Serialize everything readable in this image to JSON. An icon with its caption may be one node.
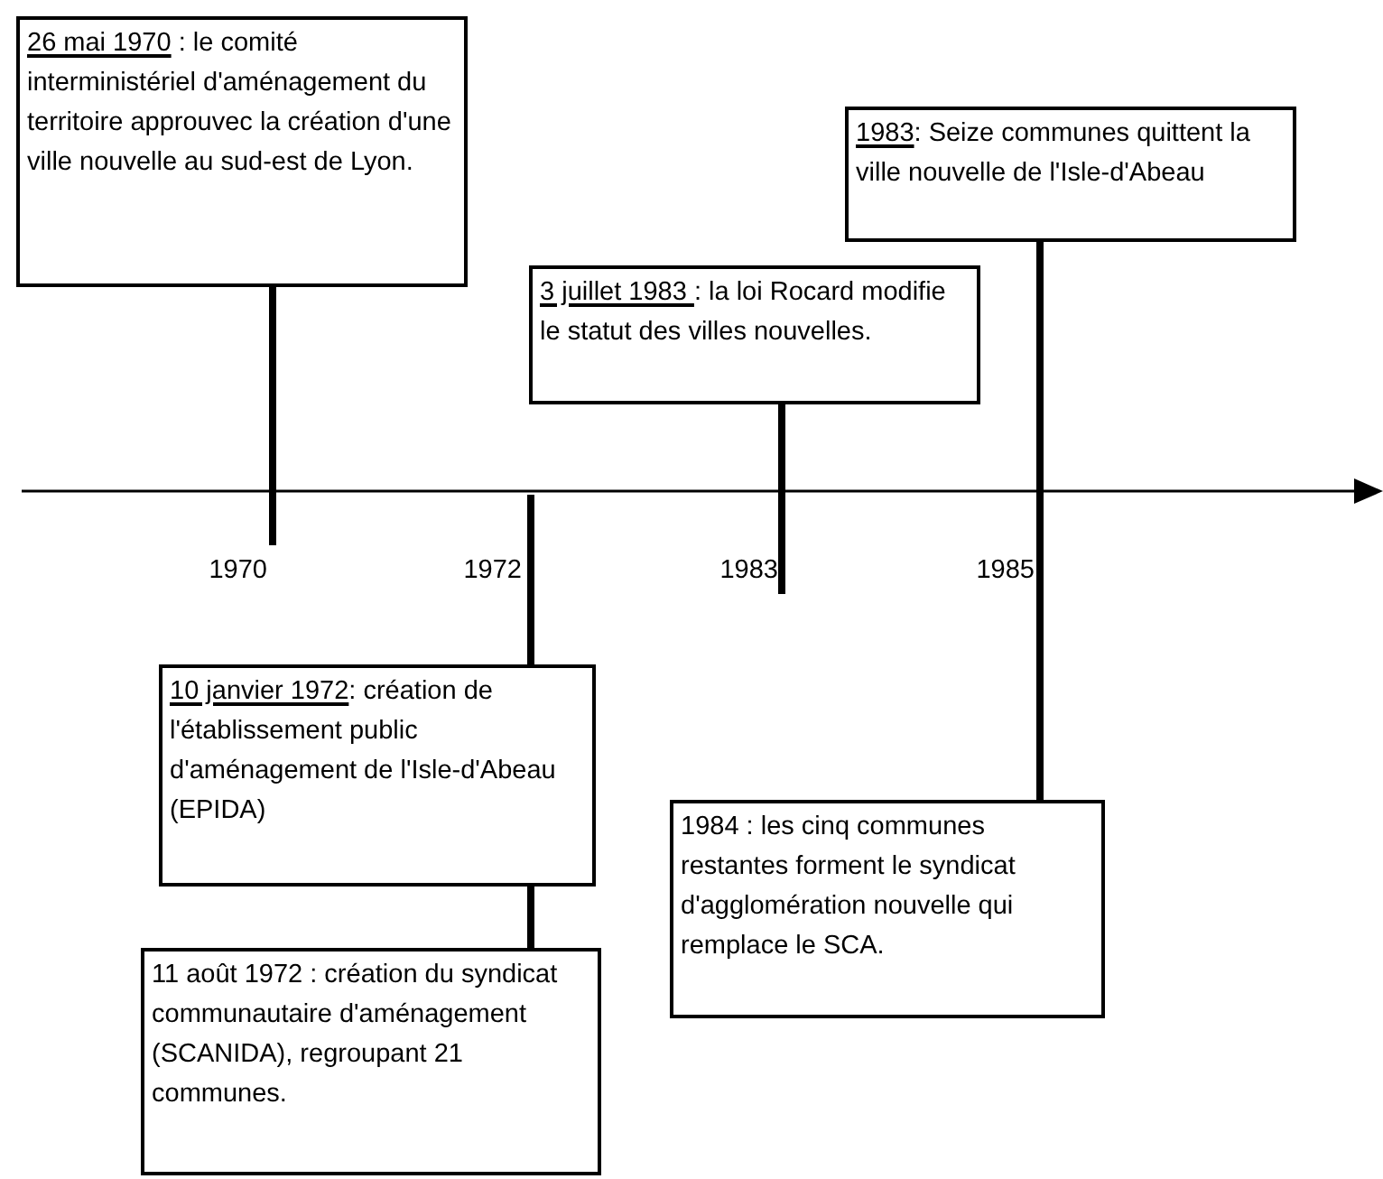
{
  "diagram": {
    "nodes": [
      {
        "text": [
          "26 mai 1970",
          "  : le comité interministériel d'aménagement du territoire approuvec la création d'une ville nouvelle au sud-est de Lyon."
        ]
      },
      {
        "text": [
          "1983",
          ":  Seize communes quittent la ville nouvelle de l'Isle-d'Abeau"
        ]
      },
      {
        "text": [
          "3 juillet 1983 ",
          ": la loi Rocard modifie le statut des villes nouvelles."
        ]
      },
      {
        "text": [
          "10 janvier 1972",
          ": création de l'établissement public d'aménagement de l'Isle-d'Abeau (EPIDA)"
        ]
      },
      {
        "text": [
          "1984 : les cinq communes restantes forment le syndicat d'agglomération nouvelle qui remplace le SCA."
        ]
      },
      {
        "text": [
          "11 août 1972 : création du syndicat communautaire d'aménagement (SCANIDA), regroupant 21 communes."
        ]
      }
    ],
    "edges": [
      {
        "from": 0,
        "to": null,
        "arrow": "none"
      },
      {
        "from": 1,
        "to": 4,
        "arrow": "none"
      },
      {
        "from": 2,
        "to": null,
        "arrow": "none"
      },
      {
        "from": null,
        "to": 3,
        "arrow": "none"
      },
      {
        "from": 3,
        "to": 5,
        "arrow": "none"
      }
    ],
    "labels": [
      "1970",
      "1972",
      "1983",
      "1985"
    ]
  }
}
